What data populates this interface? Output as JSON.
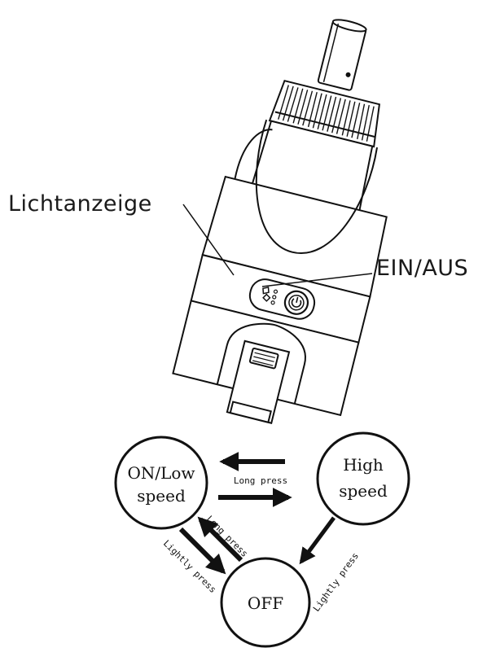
{
  "callouts": {
    "indicator_label": "Lichtanzeige",
    "power_label": "EIN/AUS"
  },
  "states": {
    "on_low_line1": "ON/Low",
    "on_low_line2": "speed",
    "high_line1": "High",
    "high_line2": "speed",
    "off": "OFF"
  },
  "transitions": {
    "low_high": "Long press",
    "low_off": "Long press",
    "off_low": "Lightly press",
    "high_off": "Lightly press"
  }
}
